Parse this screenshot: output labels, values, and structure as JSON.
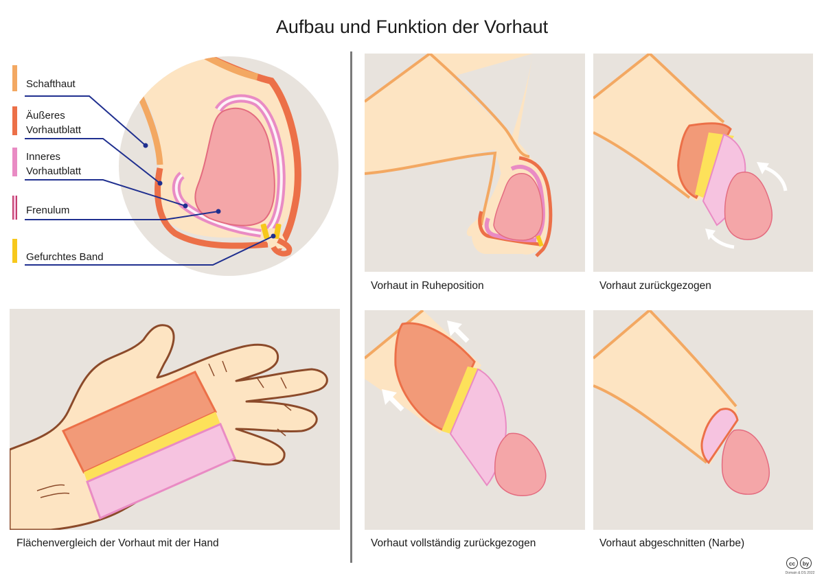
{
  "title": "Aufbau und Funktion der Vorhaut",
  "legend": [
    {
      "label_lines": [
        "Schafthaut"
      ],
      "color": "#f3a862"
    },
    {
      "label_lines": [
        "Äußeres",
        "Vorhautblatt"
      ],
      "color": "#ec7048"
    },
    {
      "label_lines": [
        "Inneres",
        "Vorhautblatt"
      ],
      "color": "#e98bc4"
    },
    {
      "label_lines": [
        "Frenulum"
      ],
      "color": "#c43e6e"
    },
    {
      "label_lines": [
        "Gefurchtes Band"
      ],
      "color": "#f7c81c"
    }
  ],
  "captions": {
    "hand": "Flächenvergleich der Vorhaut mit der Hand",
    "rest": "Vorhaut in Ruheposition",
    "retracted": "Vorhaut zurückgezogen",
    "fully_retracted": "Vorhaut vollständig zurückgezogen",
    "cut": "Vorhaut abgeschnitten (Narbe)"
  },
  "license": {
    "badges": [
      "cc",
      "by"
    ],
    "credit": "Domain & DS 2022"
  },
  "colors": {
    "panel_bg": "#e8e3dd",
    "skin": "#fde4c2",
    "shaft_skin": "#f3a862",
    "outer_foreskin": "#ec7048",
    "outer_foreskin_fill": "#f29a78",
    "inner_foreskin": "#e98bc4",
    "inner_foreskin_fill": "#f6c3e0",
    "glans": "#f4a6a8",
    "glans_stroke": "#e36b7f",
    "ridged_band": "#fde15a",
    "pointer_line": "#1f2f8f",
    "divider": "#7a7a7a"
  }
}
